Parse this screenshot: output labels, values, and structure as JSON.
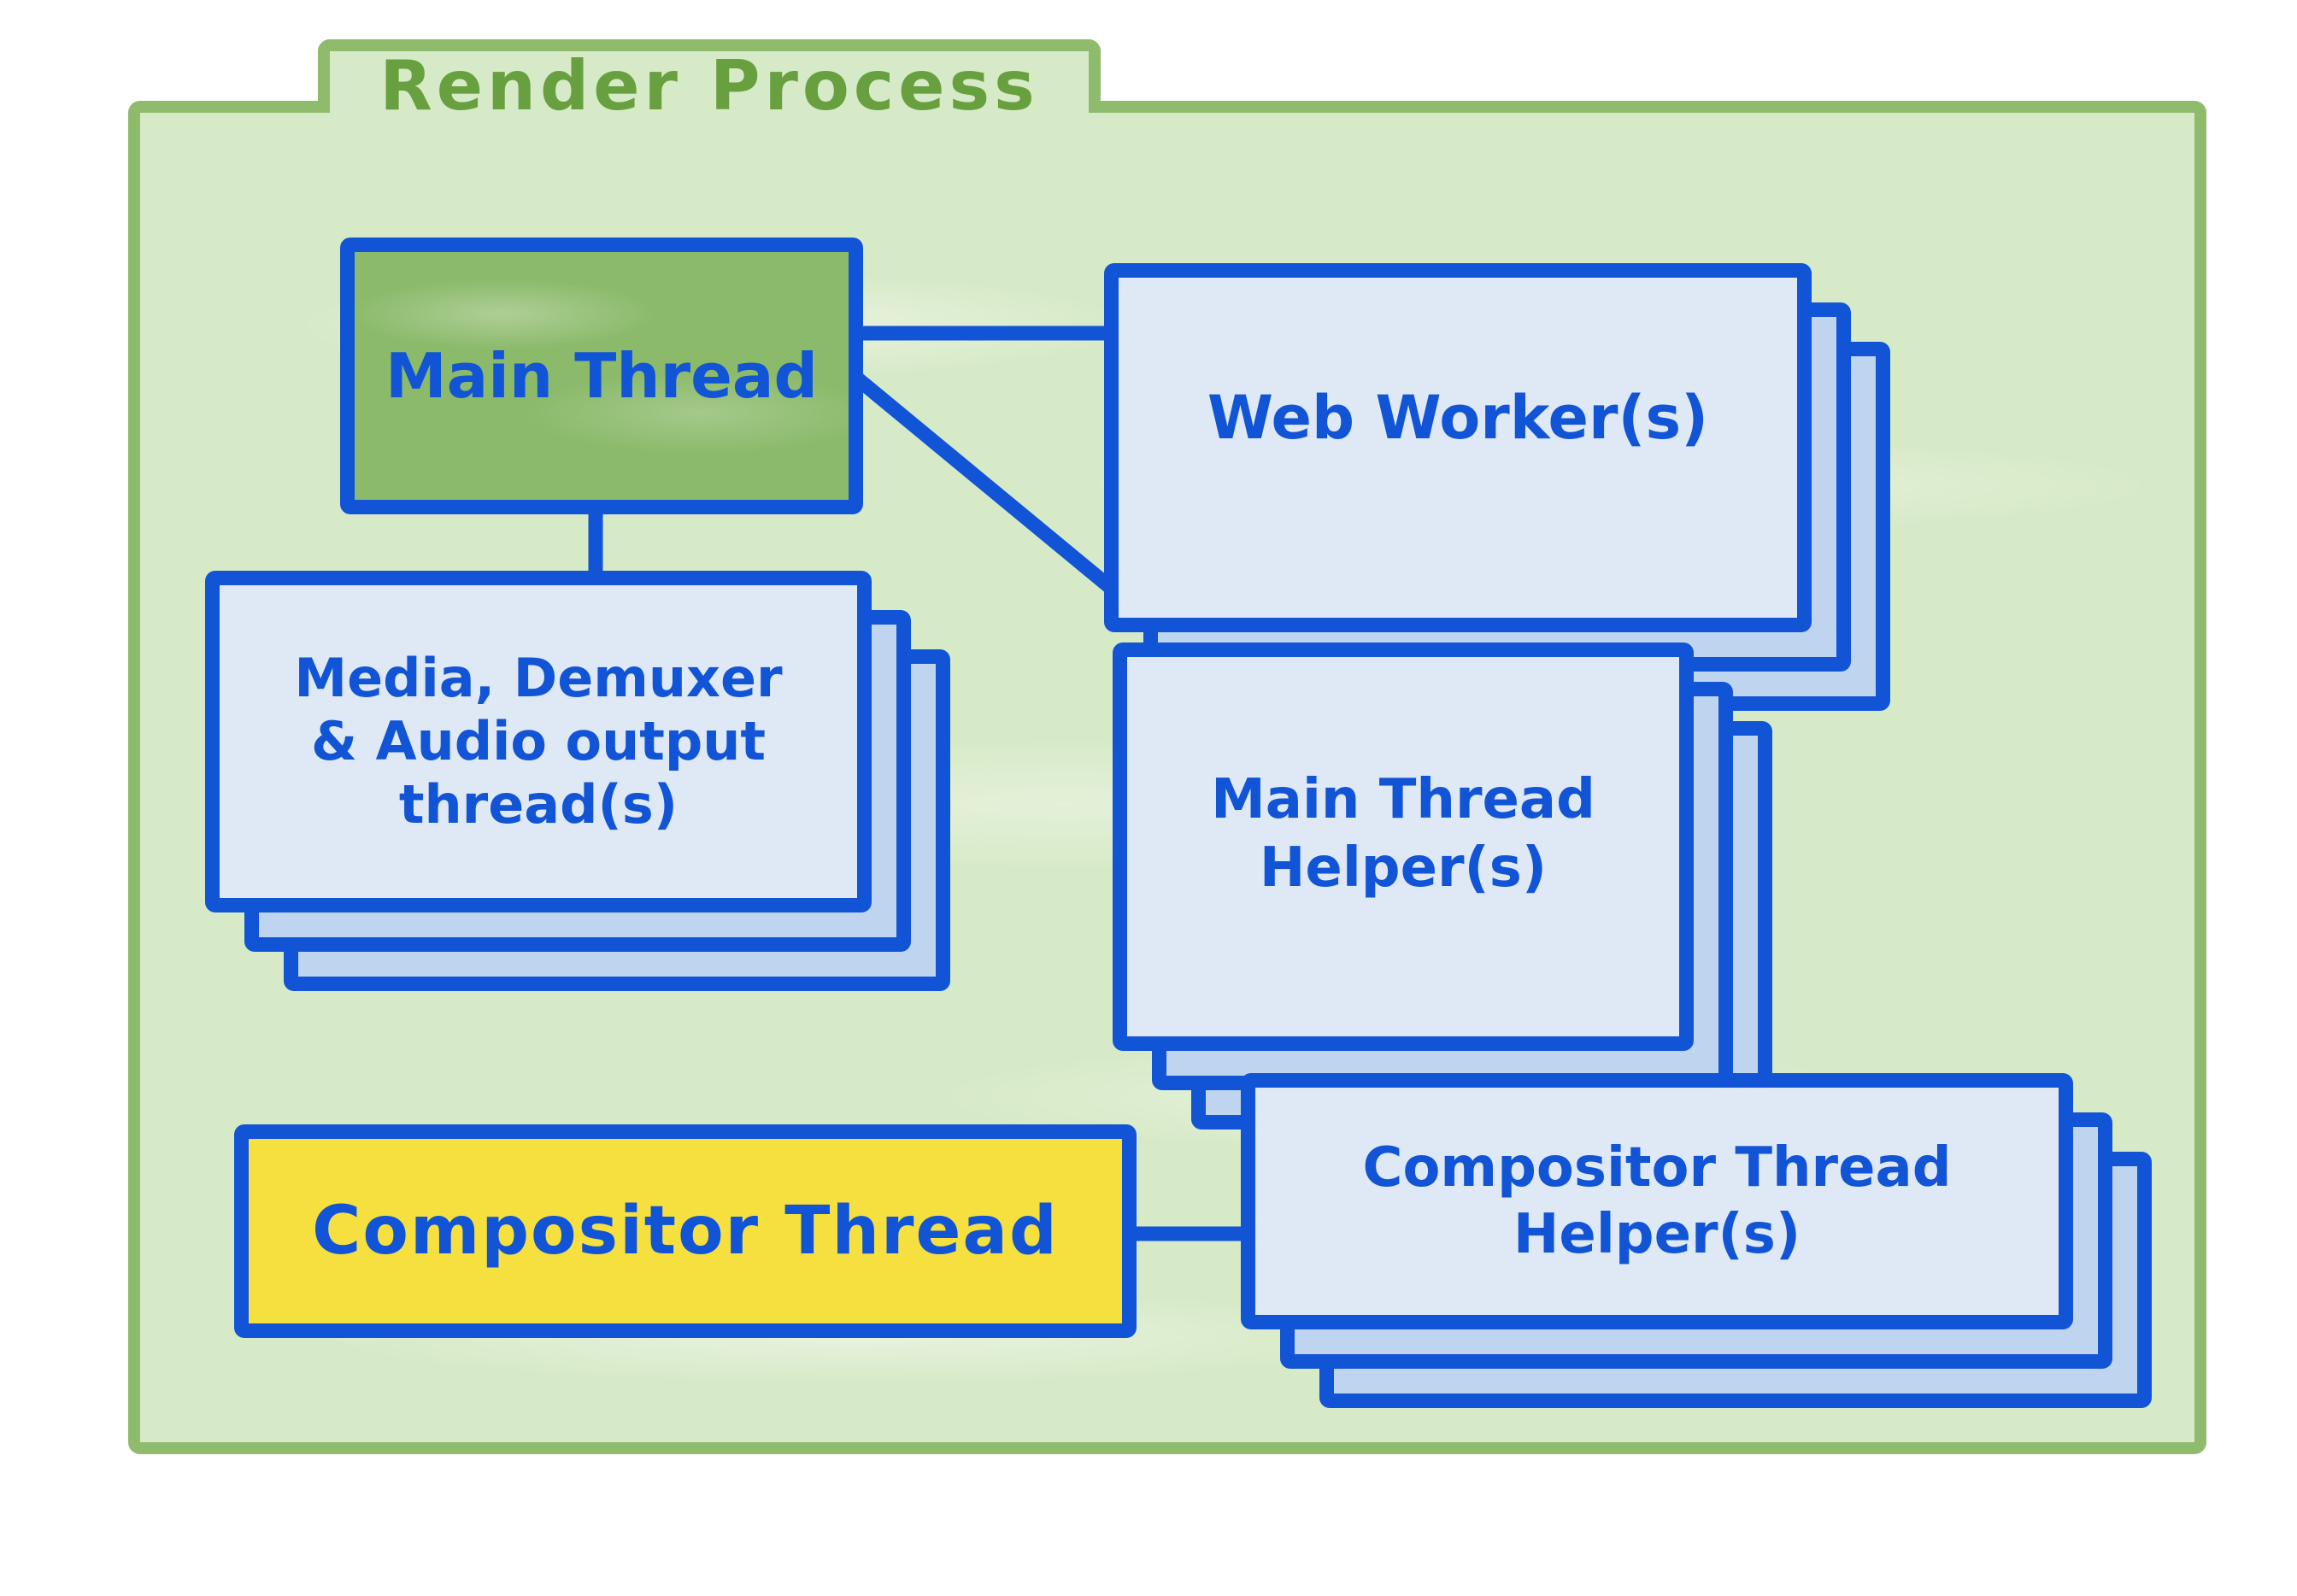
{
  "title": "Render Process",
  "nodes": {
    "main_thread": {
      "label": "Main Thread"
    },
    "web_workers": {
      "label": "Web Worker(s)"
    },
    "media": {
      "lines": [
        "Media, Demuxer",
        "& Audio output",
        "thread(s)"
      ]
    },
    "main_thread_helpers": {
      "lines": [
        "Main Thread",
        "Helper(s)"
      ]
    },
    "compositor": {
      "label": "Compositor Thread"
    },
    "compositor_helpers": {
      "lines": [
        "Compositor Thread",
        "Helper(s)"
      ]
    }
  },
  "edges": [
    {
      "from": "main_thread",
      "to": "web_workers"
    },
    {
      "from": "main_thread",
      "to": "media"
    },
    {
      "from": "main_thread",
      "to": "main_thread_helpers"
    },
    {
      "from": "compositor",
      "to": "compositor_helpers"
    }
  ],
  "colors": {
    "page_background": "#ffffff",
    "folder_fill": "#d7eac7",
    "folder_border": "#8fbb6d",
    "title_green": "#68a040",
    "node_border_blue": "#1254d6",
    "node_text_blue": "#1254d6",
    "card_fill_front": "#dfe9f6",
    "card_fill_under": "#bfd4ee",
    "main_thread_fill": "#8bba6a",
    "compositor_fill": "#f5e03f"
  }
}
